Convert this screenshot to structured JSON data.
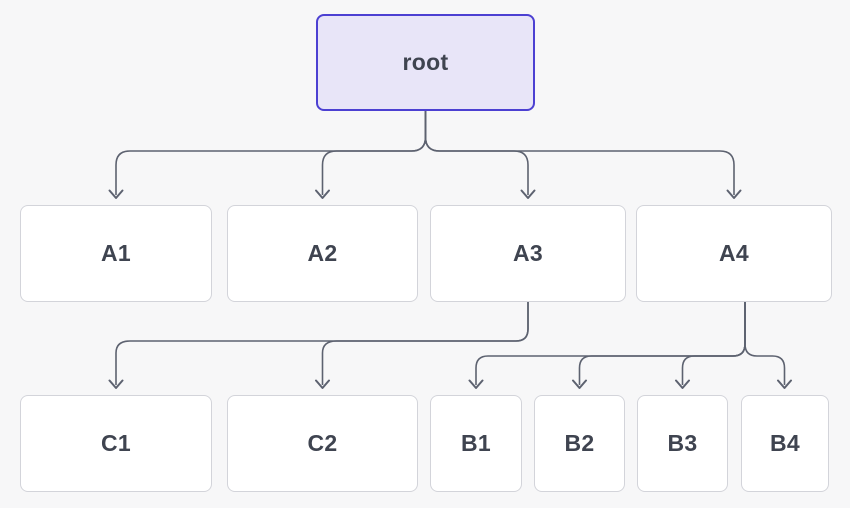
{
  "colors": {
    "page-bg": "#f7f7f8",
    "node-bg": "#ffffff",
    "node-border": "#d3d4da",
    "root-bg": "#e8e5f8",
    "root-border": "#4c40d2",
    "edge": "#5d6270",
    "text": "#3f4450"
  },
  "diagram": {
    "type": "tree",
    "nodes": {
      "root": {
        "label": "root"
      },
      "a1": {
        "label": "A1"
      },
      "a2": {
        "label": "A2"
      },
      "a3": {
        "label": "A3"
      },
      "a4": {
        "label": "A4"
      },
      "c1": {
        "label": "C1"
      },
      "c2": {
        "label": "C2"
      },
      "b1": {
        "label": "B1"
      },
      "b2": {
        "label": "B2"
      },
      "b3": {
        "label": "B3"
      },
      "b4": {
        "label": "B4"
      }
    },
    "edges": [
      {
        "from": "root",
        "to": "A1"
      },
      {
        "from": "root",
        "to": "A2"
      },
      {
        "from": "root",
        "to": "A3"
      },
      {
        "from": "root",
        "to": "A4"
      },
      {
        "from": "A3",
        "to": "C1"
      },
      {
        "from": "A3",
        "to": "C2"
      },
      {
        "from": "A4",
        "to": "B1"
      },
      {
        "from": "A4",
        "to": "B2"
      },
      {
        "from": "A4",
        "to": "B3"
      },
      {
        "from": "A4",
        "to": "B4"
      }
    ]
  }
}
